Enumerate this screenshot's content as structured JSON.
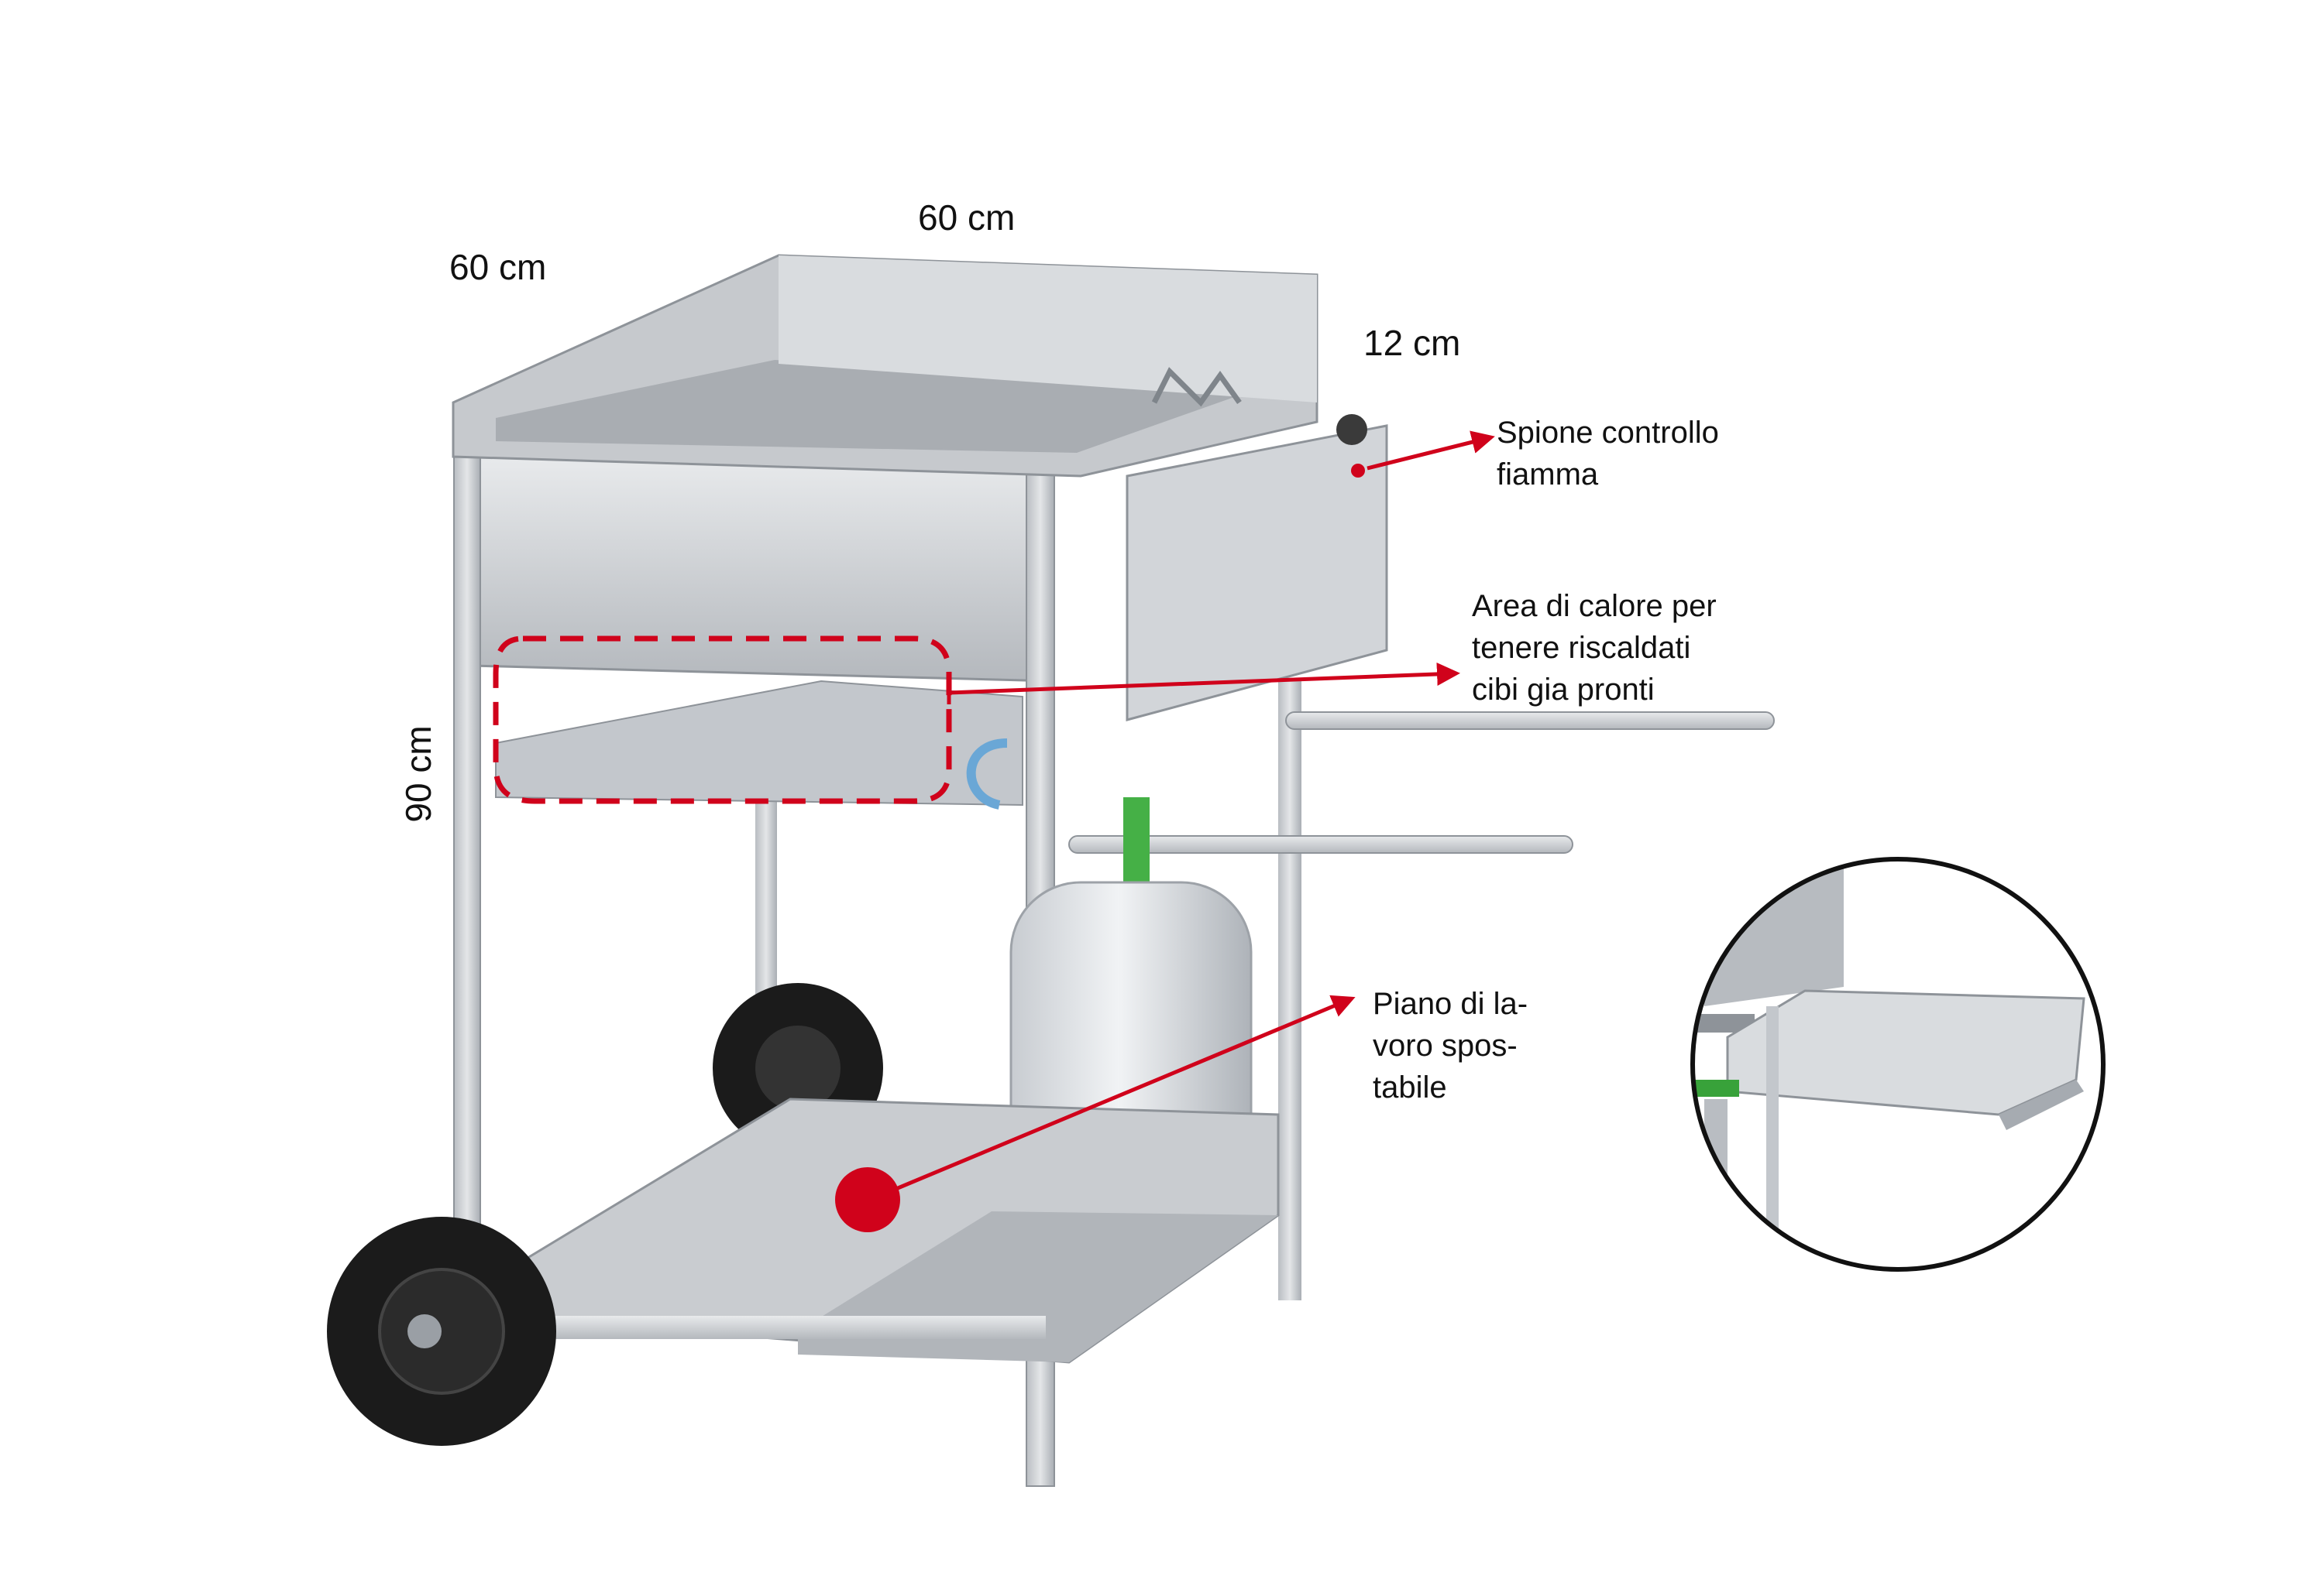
{
  "dimensions": {
    "depth": "60 cm",
    "width": "60 cm",
    "edge_height": "12 cm",
    "height": "90 cm"
  },
  "callouts": {
    "flame_control": [
      "Spione controllo",
      "fiamma"
    ],
    "heat_area": [
      "Area di calore per",
      "tenere riscaldati",
      "cibi gia pronti"
    ],
    "work_top": [
      "Piano di la-",
      "voro spos-",
      "tabile"
    ]
  },
  "colors": {
    "accent": "#d0021b",
    "steel": "#c9ccd0",
    "steel_dark": "#8e9399",
    "rubber": "#1b1b1b"
  }
}
